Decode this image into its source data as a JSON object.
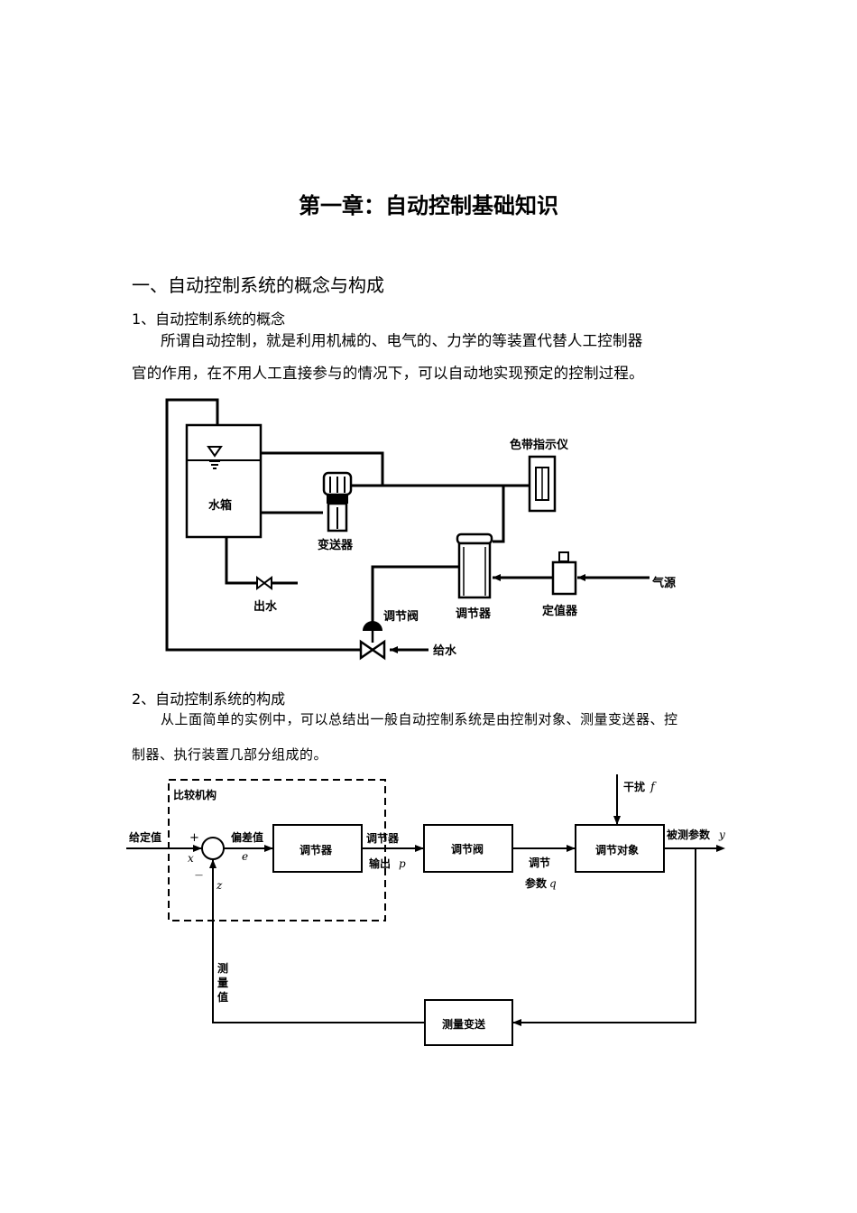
{
  "doc": {
    "title": "第一章：自动控制基础知识",
    "section1": "一、自动控制系统的概念与构成",
    "sub1": "1、自动控制系统的概念",
    "para1_line1": "所谓自动控制，就是利用机械的、电气的、力学的等装置代替人工控制器",
    "para1_line2": "官的作用，在不用人工直接参与的情况下，可以自动地实现预定的控制过程。",
    "sub2": "2、自动控制系统的构成",
    "para2_line1": "从上面简单的实例中，可以总结出一般自动控制系统是由控制对象、测量变送器、控",
    "para2_line2": "制器、执行装置几部分组成的。"
  },
  "fig1": {
    "water_tank": "水箱",
    "transmitter": "变送器",
    "indicator": "色带指示仪",
    "outlet": "出水",
    "control_valve": "调节阀",
    "controller": "调节器",
    "setpoint_device": "定值器",
    "air_source": "气源",
    "feed_water": "给水"
  },
  "fig2": {
    "comparator": "比较机构",
    "setpoint": "给定值",
    "x": "x",
    "plus": "+",
    "minus": "—",
    "deviation": "偏差值",
    "e": "e",
    "z": "z",
    "controller": "调节器",
    "ctrl_out_1": "调节器",
    "ctrl_out_2": "输出",
    "p": "p",
    "valve": "调节阀",
    "param_1": "调节",
    "param_2": "参数",
    "q": "q",
    "disturbance": "干扰",
    "f": "f",
    "plant": "调节对象",
    "measured_param": "被测参数",
    "y": "y",
    "meas_1": "测",
    "meas_2": "量",
    "meas_3": "值",
    "meas_transmitter": "测量变送"
  }
}
